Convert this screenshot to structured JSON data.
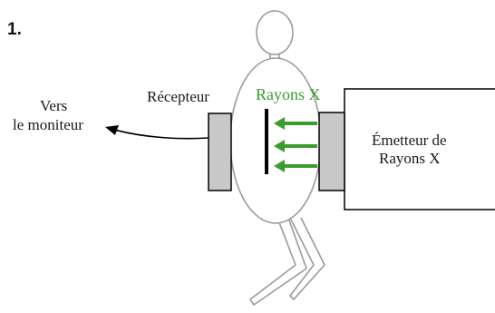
{
  "figure": {
    "step_number": "1.",
    "labels": {
      "receiver": "Récepteur",
      "xrays": "Rayons X",
      "monitor_line1": "Vers",
      "monitor_line2": "le moniteur",
      "emitter_line1": "Émetteur de",
      "emitter_line2": "Rayons X"
    },
    "colors": {
      "xray_green": "#3a9d2f",
      "device_fill": "#c8c8c8",
      "body_outline": "#9a9a9a",
      "ink": "#000000"
    },
    "icons": {
      "person": "person-outline",
      "arrow": "arrow-right"
    }
  }
}
